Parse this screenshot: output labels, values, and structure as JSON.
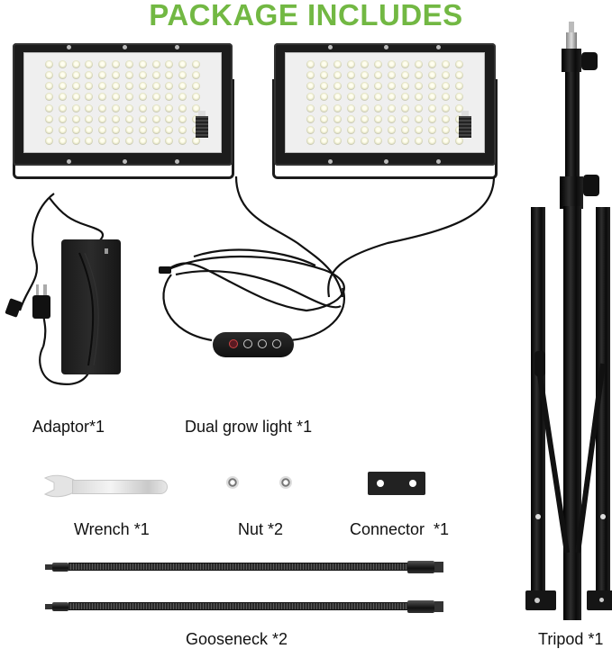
{
  "title": {
    "text": "PACKAGE INCLUDES",
    "color": "#72B843"
  },
  "items": [
    {
      "id": "adaptor",
      "label": "Adaptor*1"
    },
    {
      "id": "dual-grow-light",
      "label": "Dual grow light *1"
    },
    {
      "id": "wrench",
      "label": "Wrench *1"
    },
    {
      "id": "nut",
      "label": "Nut *2"
    },
    {
      "id": "connector",
      "label": "Connector  *1"
    },
    {
      "id": "gooseneck",
      "label": "Gooseneck *2"
    },
    {
      "id": "tripod",
      "label": "Tripod *1"
    }
  ],
  "controller": {
    "buttons": [
      "power-icon",
      "timer-icon",
      "dimmer-icon",
      "plus-icon"
    ],
    "power_color": "#7a1a2a"
  },
  "colors": {
    "background": "#ffffff",
    "label_text": "#111111",
    "product_black": "#1c1c1c"
  }
}
